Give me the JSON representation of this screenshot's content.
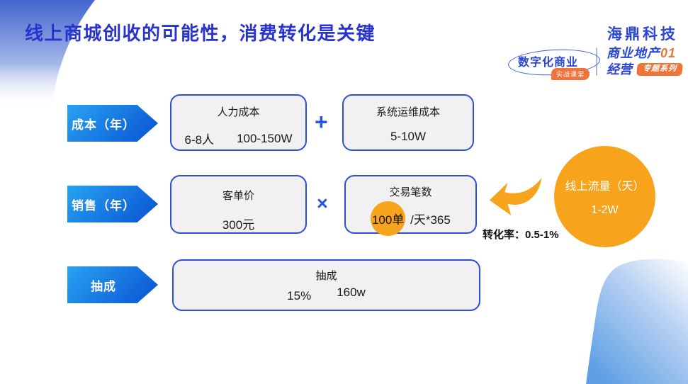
{
  "header": {
    "title": "线上商城创收的可能性，消费转化是关键",
    "brand": "海鼎科技",
    "logo_left": {
      "name": "数字化商业",
      "badge": "实战课堂"
    },
    "logo_right": {
      "line1": "商业地产",
      "number": "01",
      "line2": "经营",
      "badge": "专题系列"
    }
  },
  "rows": [
    {
      "label": "成本（年）",
      "operator": "+",
      "box1": {
        "title": "人力成本",
        "values": [
          "6-8人",
          "100-150W"
        ]
      },
      "box2": {
        "title": "系统运维成本",
        "values": [
          "5-10W"
        ]
      }
    },
    {
      "label": "销售（年）",
      "operator": "×",
      "box1": {
        "title": "客单价",
        "values": [
          "300元"
        ]
      },
      "box2": {
        "title": "交易笔数",
        "highlight": "100单",
        "suffix": "/天*365"
      }
    },
    {
      "label": "抽成",
      "box1": {
        "title": "抽成",
        "values": [
          "15%",
          "160w"
        ]
      }
    }
  ],
  "traffic": {
    "title": "线上流量（天）",
    "value": "1-2W",
    "conversion": "转化率：0.5-1%"
  },
  "colors": {
    "title_blue": "#2833cf",
    "brand_blue": "#2b45d6",
    "box_border_blue": "#2b4fd6",
    "arrow_gradient_start": "#27a3f3",
    "arrow_gradient_end": "#0a51d1",
    "orange": "#f7a31b",
    "badge_orange": "#f0743a"
  }
}
